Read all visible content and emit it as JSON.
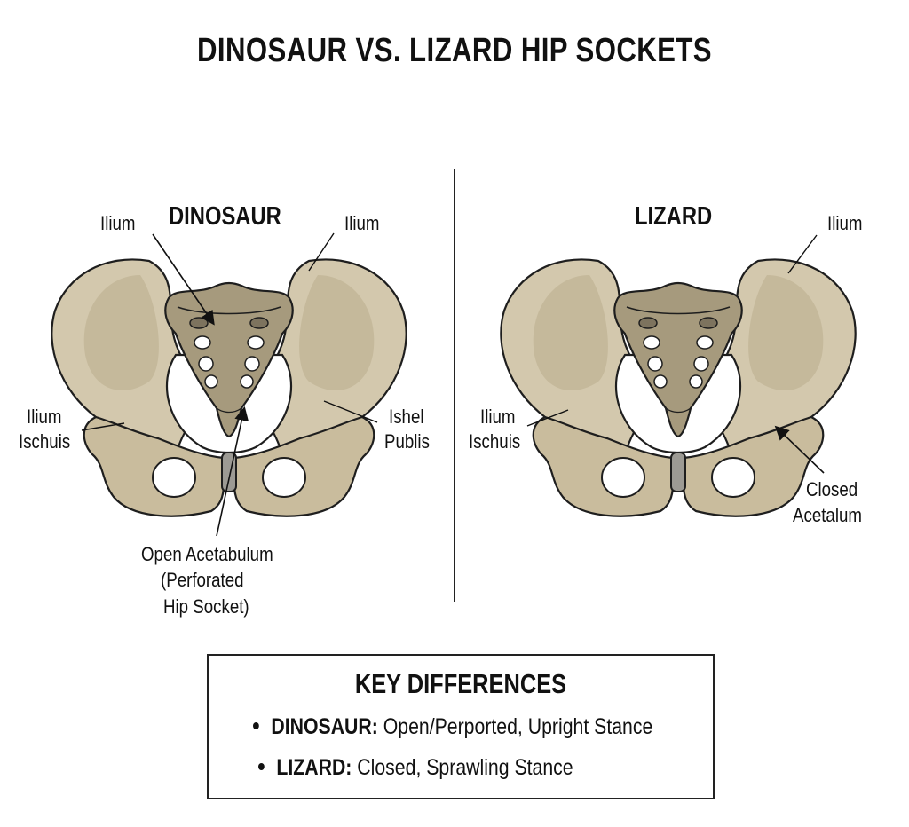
{
  "title": "DINOSAUR VS. LIZARD HIP SOCKETS",
  "colors": {
    "bone_light": "#d8ceb4",
    "bone_mid": "#c2b597",
    "bone_dark": "#a89a7c",
    "sacrum": "#a69a7d",
    "outline": "#1e1e1e",
    "cartilage": "#9c9a94",
    "divider": "#222222"
  },
  "panels": {
    "dinosaur": {
      "heading": "DINOSAUR",
      "labels": {
        "ilium_left": "Ilium",
        "ilium_right": "Ilium",
        "ilium_ischuis_line1": "Ilium",
        "ilium_ischuis_line2": "Ischuis",
        "ishel_publis_line1": "Ishel",
        "ishel_publis_line2": "Publis",
        "open_acetabulum_line1": "Open Acetabulum",
        "open_acetabulum_line2": "(Perforated",
        "open_acetabulum_line3": "Hip Socket)"
      }
    },
    "lizard": {
      "heading": "LIZARD",
      "labels": {
        "ilium_right": "Ilium",
        "ilium_ischuis_line1": "Ilium",
        "ilium_ischuis_line2": "Ischuis",
        "closed_acetalum_line1": "Closed",
        "closed_acetalum_line2": "Acetalum"
      }
    }
  },
  "key_differences": {
    "title": "KEY DIFFERENCES",
    "items": [
      {
        "term": "DINOSAUR:",
        "description": " Open/Perported, Upright Stance"
      },
      {
        "term": "LIZARD:",
        "description": " Closed, Sprawling Stance"
      }
    ]
  }
}
